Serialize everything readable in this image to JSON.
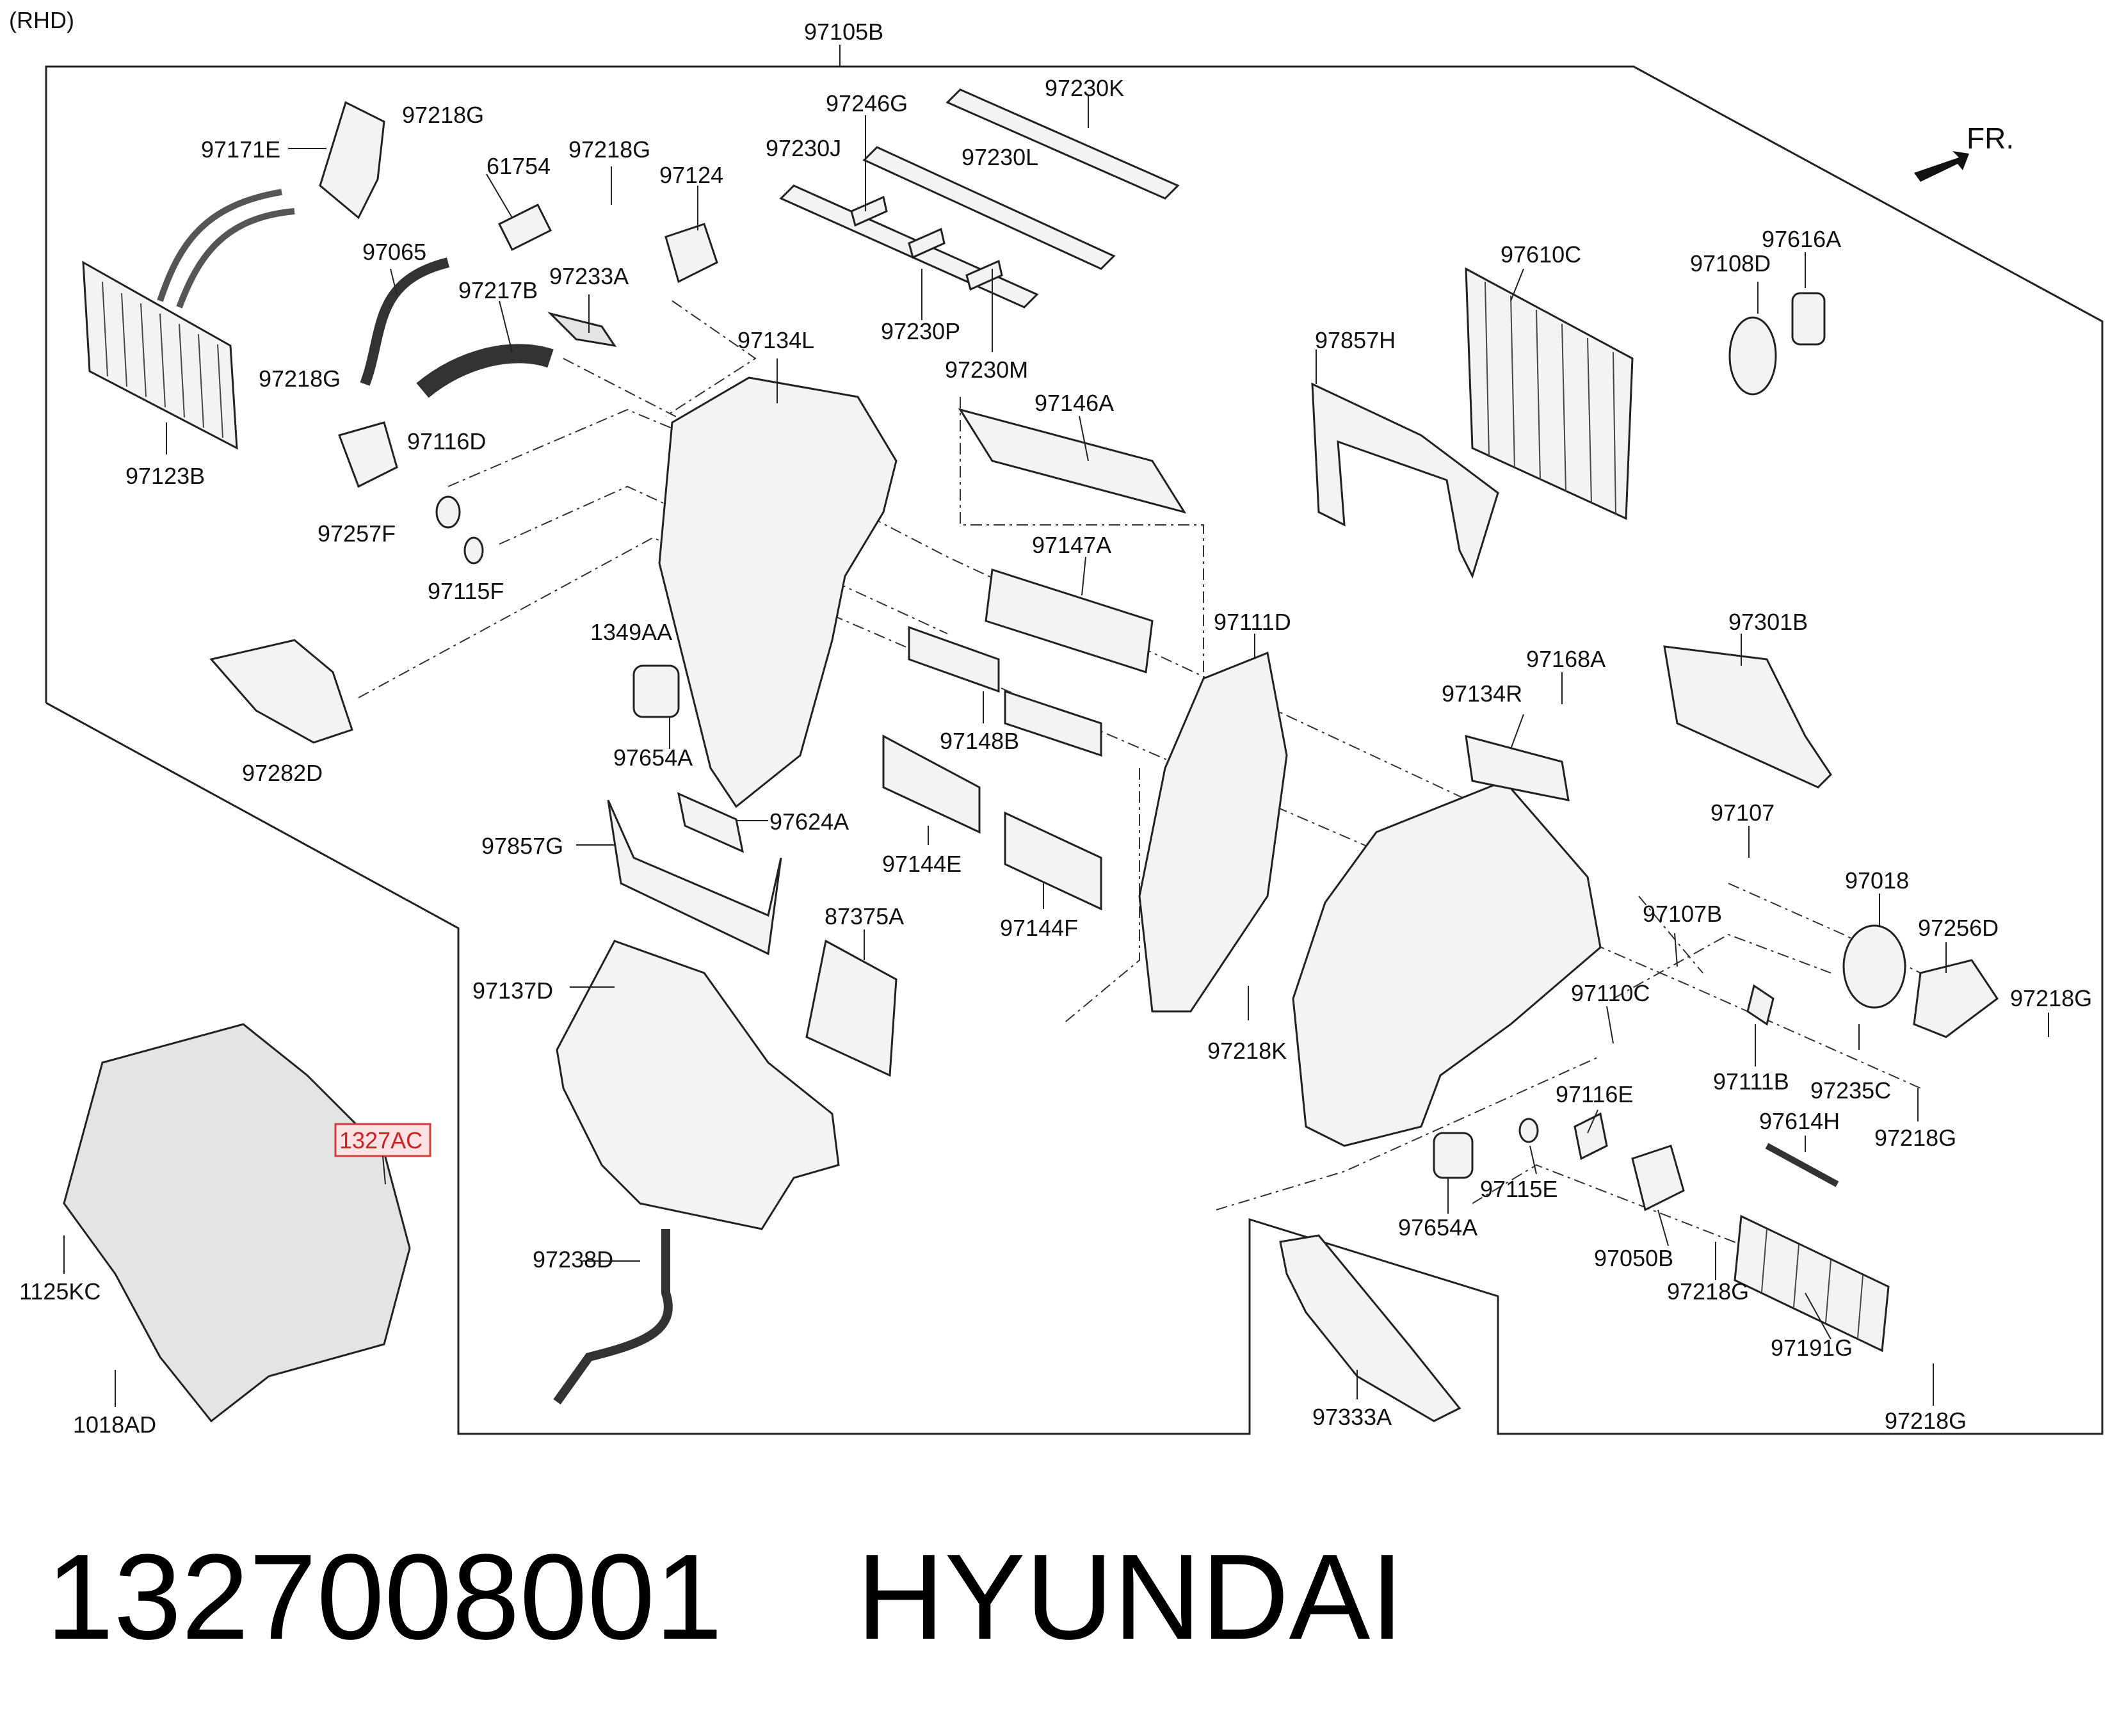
{
  "header": {
    "variant": "(RHD)",
    "assembly_number": "97105B",
    "direction": "FR."
  },
  "labels": {
    "l97171E": "97171E",
    "l97218G_a": "97218G",
    "l61754": "61754",
    "l97218G_b": "97218G",
    "l97124": "97124",
    "l97230J": "97230J",
    "l97246G": "97246G",
    "l97230K": "97230K",
    "l97230L": "97230L",
    "l97065": "97065",
    "l97217B": "97217B",
    "l97233A": "97233A",
    "l97230P": "97230P",
    "l97230M": "97230M",
    "l97123B": "97123B",
    "l97218G_c": "97218G",
    "l97116D": "97116D",
    "l97257F": "97257F",
    "l97115F": "97115F",
    "l97134L": "97134L",
    "l97146A": "97146A",
    "l97610C": "97610C",
    "l97108D": "97108D",
    "l97616A": "97616A",
    "l97857H": "97857H",
    "l97147A": "97147A",
    "l1349AA": "1349AA",
    "l97282D": "97282D",
    "l97654A_a": "97654A",
    "l97148B": "97148B",
    "l97111D": "97111D",
    "l97168A": "97168A",
    "l97301B": "97301B",
    "l97134R": "97134R",
    "l97857G": "97857G",
    "l97624A": "97624A",
    "l97144E": "97144E",
    "l97144F": "97144F",
    "l87375A": "87375A",
    "l97107": "97107",
    "l97018": "97018",
    "l97256D": "97256D",
    "l97107B": "97107B",
    "l97137D": "97137D",
    "l97218K": "97218K",
    "l97110C": "97110C",
    "l97218G_d": "97218G",
    "l97111B": "97111B",
    "l97235C": "97235C",
    "l97218G_e": "97218G",
    "l1327AC": "1327AC",
    "l97116E": "97116E",
    "l97614H": "97614H",
    "l97115E": "97115E",
    "l97654A_b": "97654A",
    "l97050B": "97050B",
    "l1125KC": "1125KC",
    "l97238D": "97238D",
    "l97218G_f": "97218G",
    "l97191G": "97191G",
    "l97333A": "97333A",
    "l1018AD": "1018AD",
    "l97218G_g": "97218G"
  },
  "footer": {
    "part_number": "1327008001",
    "brand": "HYUNDAI"
  },
  "highlight_color": "#d23c3c"
}
